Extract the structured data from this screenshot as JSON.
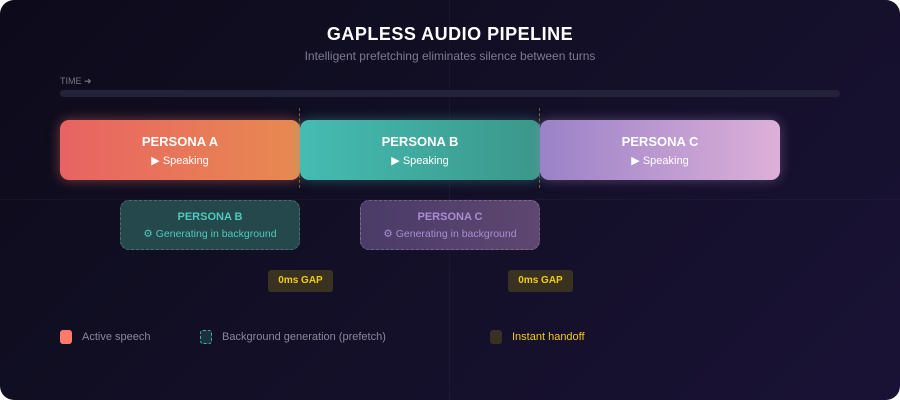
{
  "title": "GAPLESS AUDIO PIPELINE",
  "subtitle": "Intelligent prefetching eliminates silence between turns",
  "time_label": "TIME ➜",
  "speaking": [
    {
      "name": "PERSONA A",
      "status": "▶ Speaking"
    },
    {
      "name": "PERSONA B",
      "status": "▶ Speaking"
    },
    {
      "name": "PERSONA C",
      "status": "▶ Speaking"
    }
  ],
  "background": [
    {
      "name": "PERSONA B",
      "status": "⚙ Generating in background"
    },
    {
      "name": "PERSONA C",
      "status": "⚙ Generating in background"
    }
  ],
  "gaps": [
    "0ms GAP",
    "0ms GAP"
  ],
  "legend": {
    "active": "Active speech",
    "background": "Background generation (prefetch)",
    "handoff": "Instant handoff"
  }
}
